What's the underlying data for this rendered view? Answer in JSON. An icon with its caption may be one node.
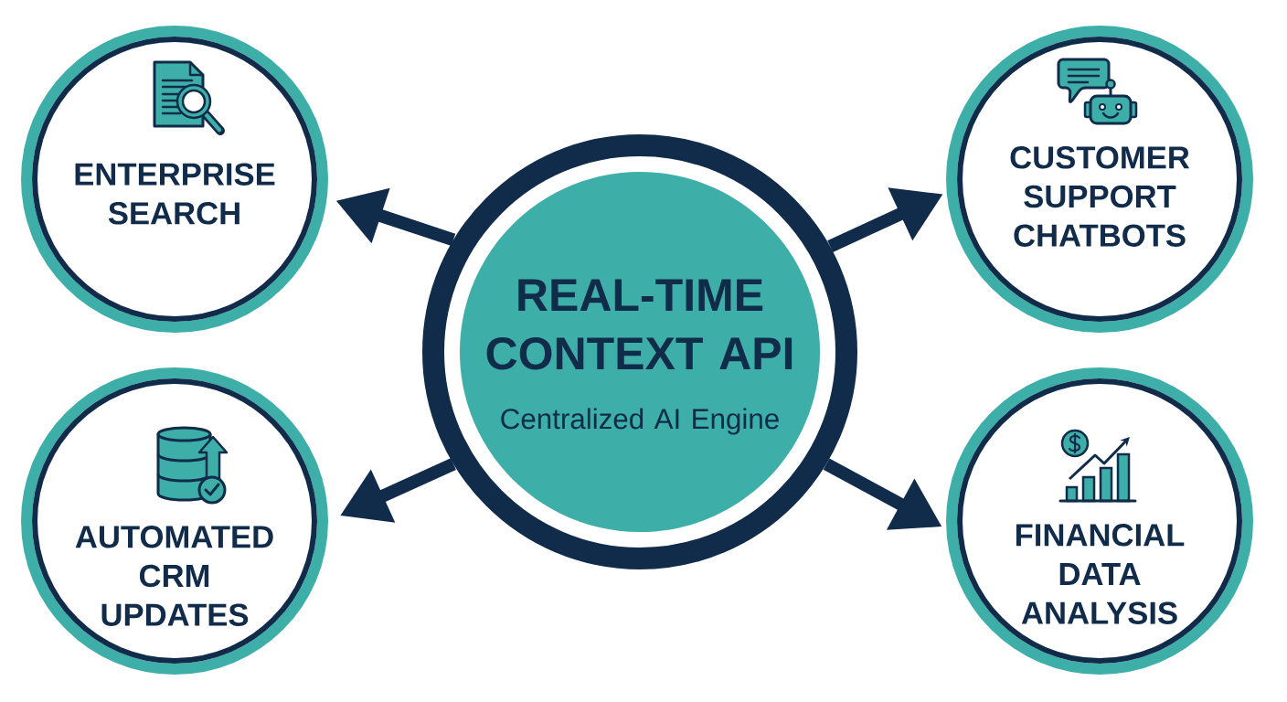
{
  "diagram": {
    "nodes": [
      {
        "text": [
          "REAL-TIME CONTEXT API",
          "Centralized AI Engine"
        ]
      },
      {
        "text": [
          "ENTERPRISE SEARCH"
        ]
      },
      {
        "text": [
          "CUSTOMER SUPPORT CHATBOTS"
        ]
      },
      {
        "text": [
          "AUTOMATED CRM UPDATES"
        ]
      },
      {
        "text": [
          "FINANCIAL DATA ANALYSIS"
        ]
      }
    ],
    "edges": [
      {
        "from": 0,
        "to": 1,
        "arrow": "to"
      },
      {
        "from": 0,
        "to": 2,
        "arrow": "to"
      },
      {
        "from": 0,
        "to": 3,
        "arrow": "to"
      },
      {
        "from": 0,
        "to": 4,
        "arrow": "to"
      }
    ]
  }
}
